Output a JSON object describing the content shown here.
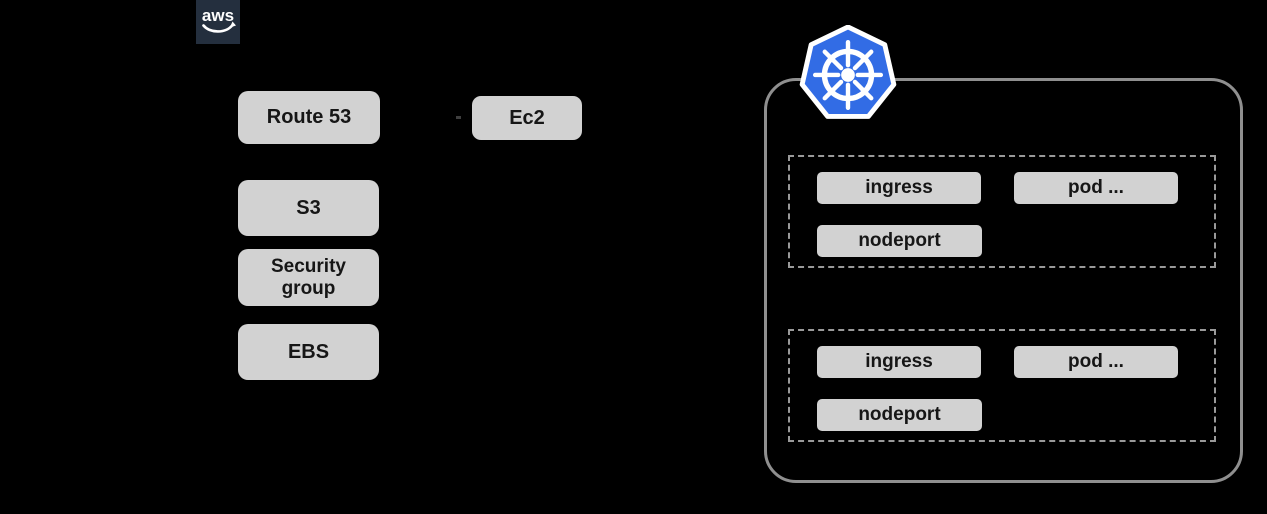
{
  "colors": {
    "background": "#000000",
    "box-fill": "#d2d2d2",
    "box-text": "#161616",
    "aws-navy": "#242f3e",
    "k8s-blue": "#326ce5",
    "frame-border": "#8f8f8f",
    "dash-border": "#9a9a9a"
  },
  "aws": {
    "logo_text": "aws",
    "nodes": {
      "route53": "Route 53",
      "s3": "S3",
      "security_group": "Security group",
      "ebs": "EBS"
    }
  },
  "ec2": {
    "label": "Ec2"
  },
  "k8s": {
    "logo": "kubernetes-helm",
    "node1": {
      "ingress": "ingress",
      "pod": "pod ...",
      "nodeport": "nodeport"
    },
    "node2": {
      "ingress": "ingress",
      "pod": "pod ...",
      "nodeport": "nodeport"
    }
  }
}
